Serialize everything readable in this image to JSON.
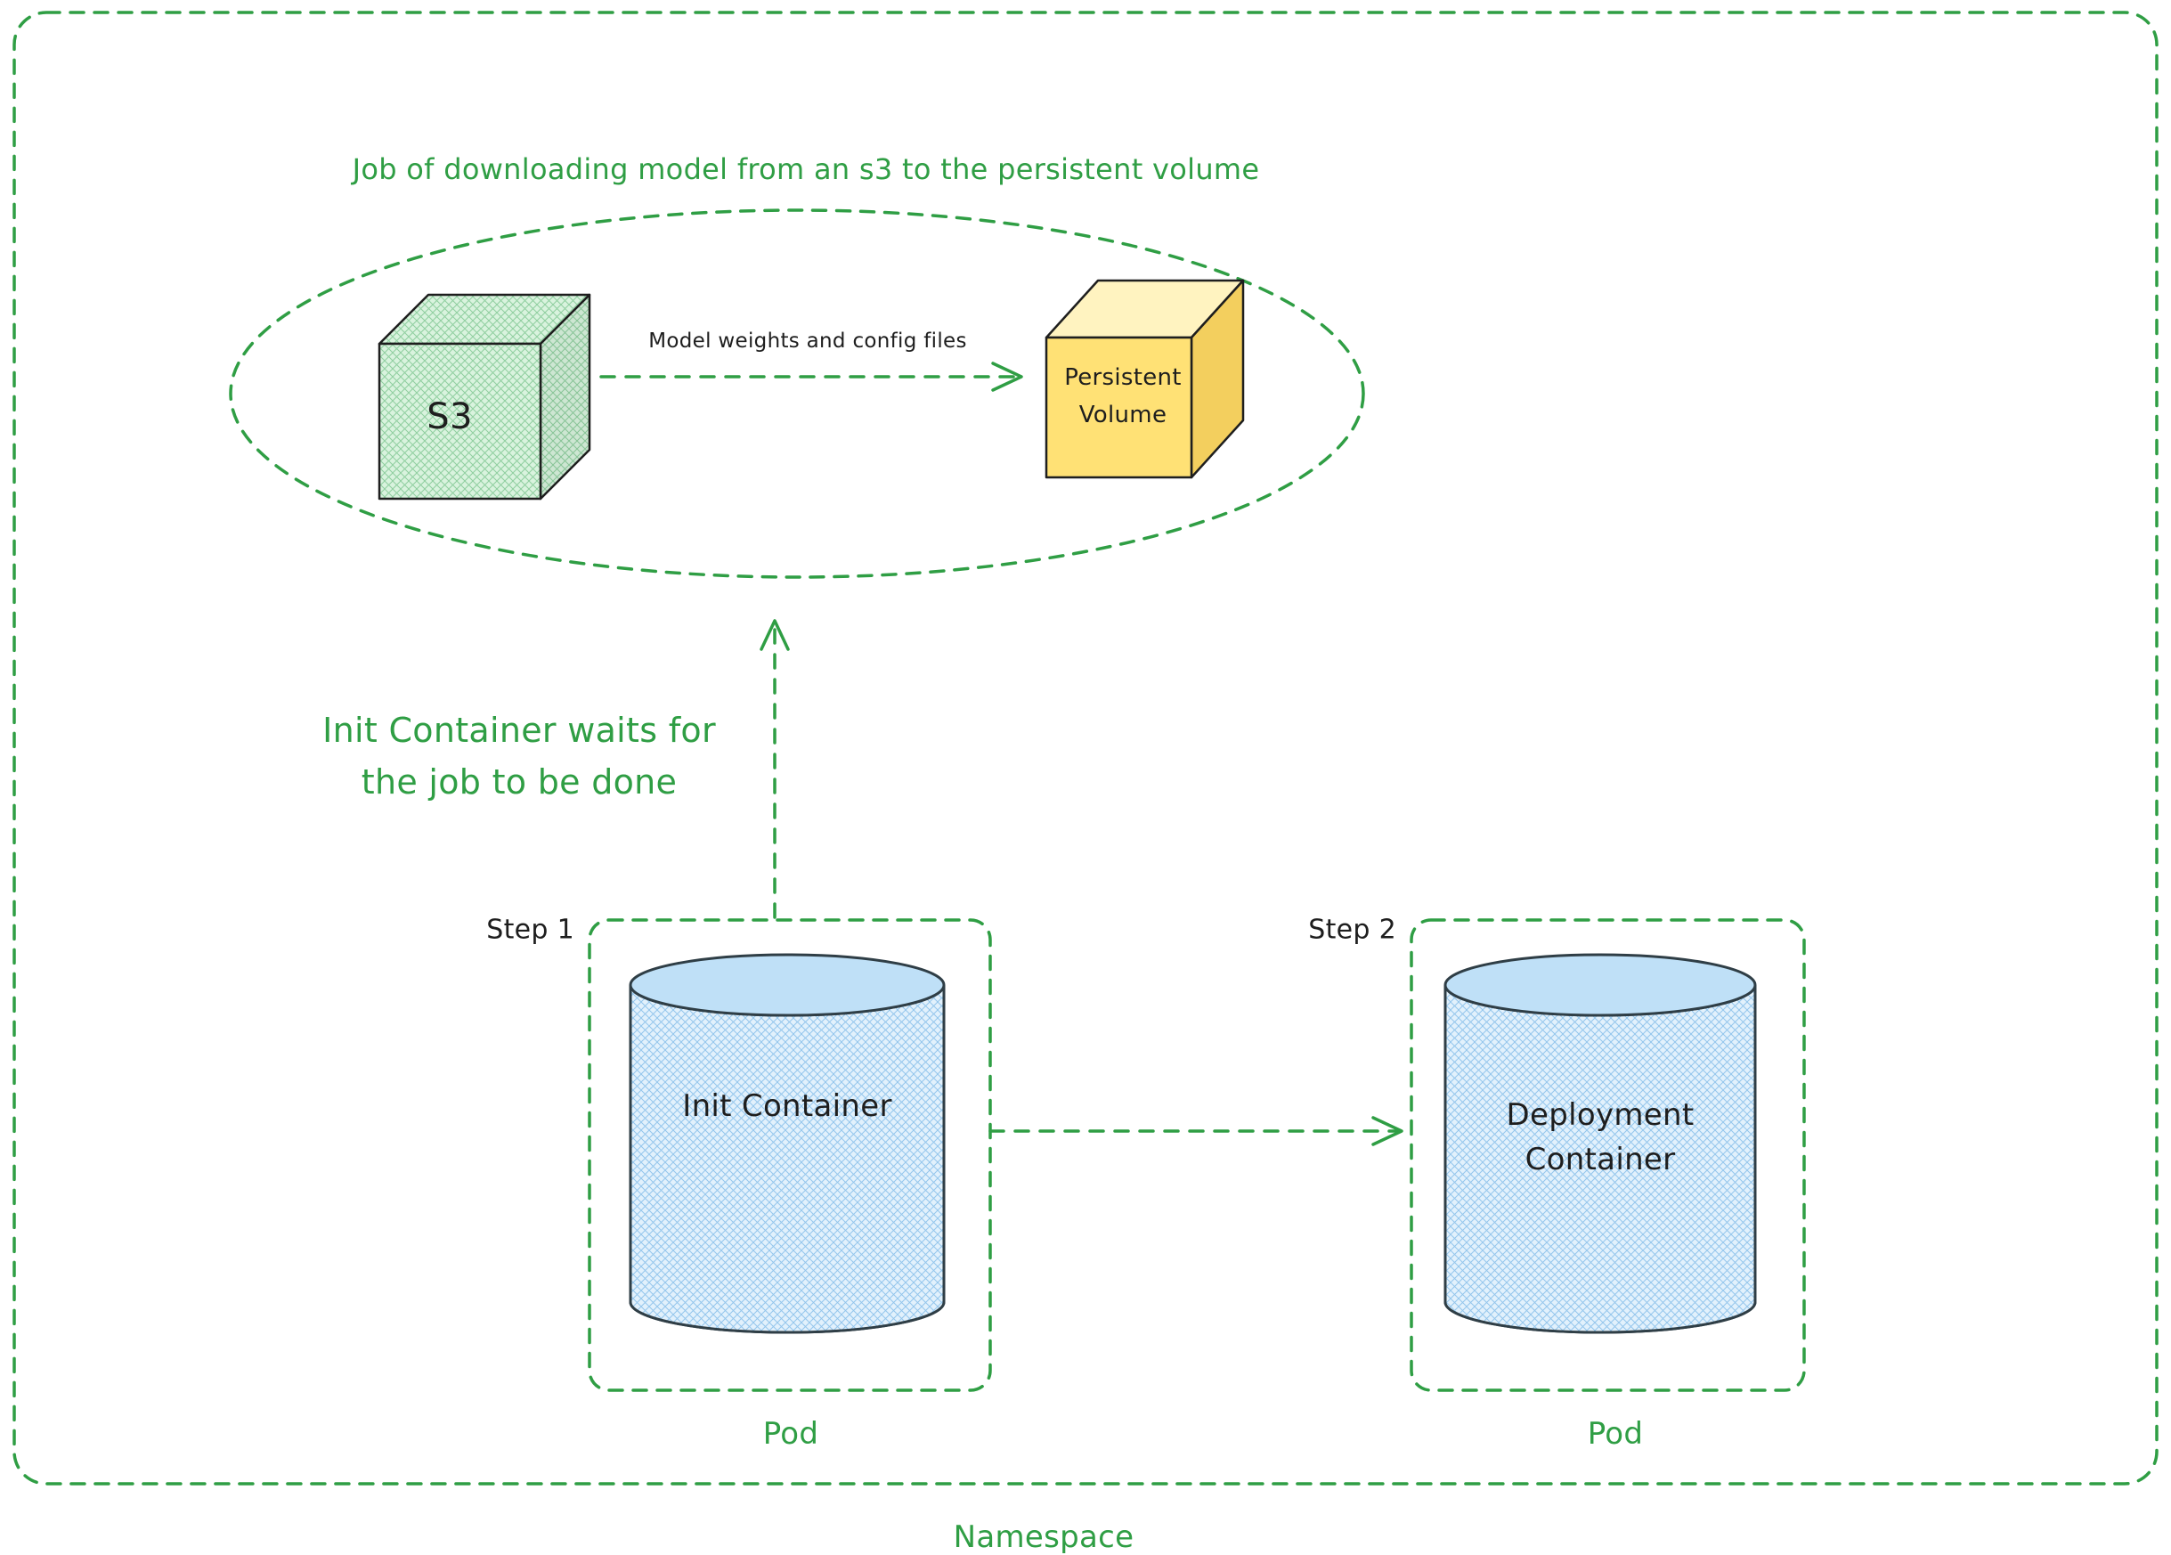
{
  "colors": {
    "green": "#2f9e44",
    "dark": "#1e1e1e",
    "s3_fill": "#d9f3de",
    "s3_hatch": "#8fcf9f",
    "pv_front": "#ffe175",
    "pv_top": "#fff3c0",
    "pv_side": "#f3cf5e",
    "cylinder_fill": "#e2f1fc",
    "cylinder_hatch": "#94c6ec",
    "cylinder_cap": "#bfe0f7",
    "cylinder_stroke": "#2f3e46"
  },
  "job_group": {
    "title": "Job of downloading model from an s3 to the persistent volume",
    "s3_label": "S3",
    "arrow_label": "Model weights and config files",
    "pv_label": [
      "Persistent",
      "Volume"
    ]
  },
  "wait_note": [
    "Init Container waits for",
    "the job to be done"
  ],
  "pod1": {
    "step": "Step 1",
    "container": "Init Container",
    "pod": "Pod"
  },
  "pod2": {
    "step": "Step 2",
    "container": [
      "Deployment",
      "Container"
    ],
    "pod": "Pod"
  },
  "namespace_label": "Namespace"
}
